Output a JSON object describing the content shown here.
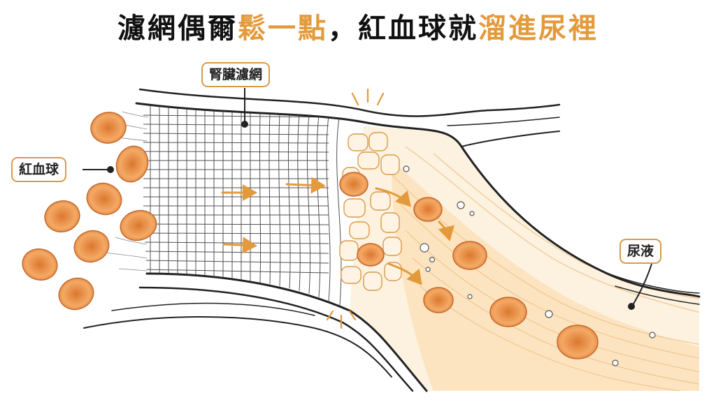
{
  "title": {
    "part1": "濾網偶爾",
    "part2": "鬆一點",
    "part3": "，紅血球就",
    "part4": "溜進尿裡"
  },
  "labels": {
    "kidney_filter": "腎臟濾網",
    "red_blood_cells": "紅血球",
    "urine": "尿液"
  },
  "colors": {
    "accent": "#e39a3a",
    "rbc_fill": "#f0a35c",
    "rbc_edge": "#c4672a",
    "urine_fill": "#fbe2bc",
    "line": "#222222"
  }
}
